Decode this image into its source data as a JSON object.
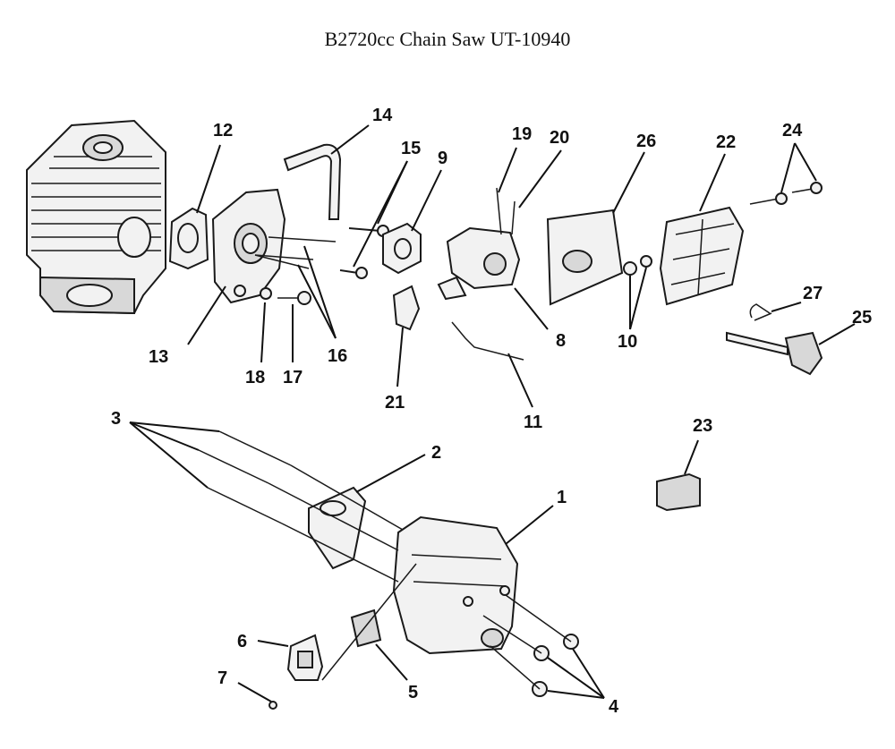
{
  "title": "B2720cc Chain Saw UT-10940",
  "callouts": {
    "c1": "1",
    "c2": "2",
    "c3": "3",
    "c4": "4",
    "c5": "5",
    "c6": "6",
    "c7": "7",
    "c8": "8",
    "c9": "9",
    "c10": "10",
    "c11": "11",
    "c12": "12",
    "c13": "13",
    "c14": "14",
    "c15": "15",
    "c16": "16",
    "c17": "17",
    "c18": "18",
    "c19": "19",
    "c20": "20",
    "c21": "21",
    "c22": "22",
    "c23": "23",
    "c24": "24",
    "c25": "25",
    "c26": "26",
    "c27": "27"
  }
}
